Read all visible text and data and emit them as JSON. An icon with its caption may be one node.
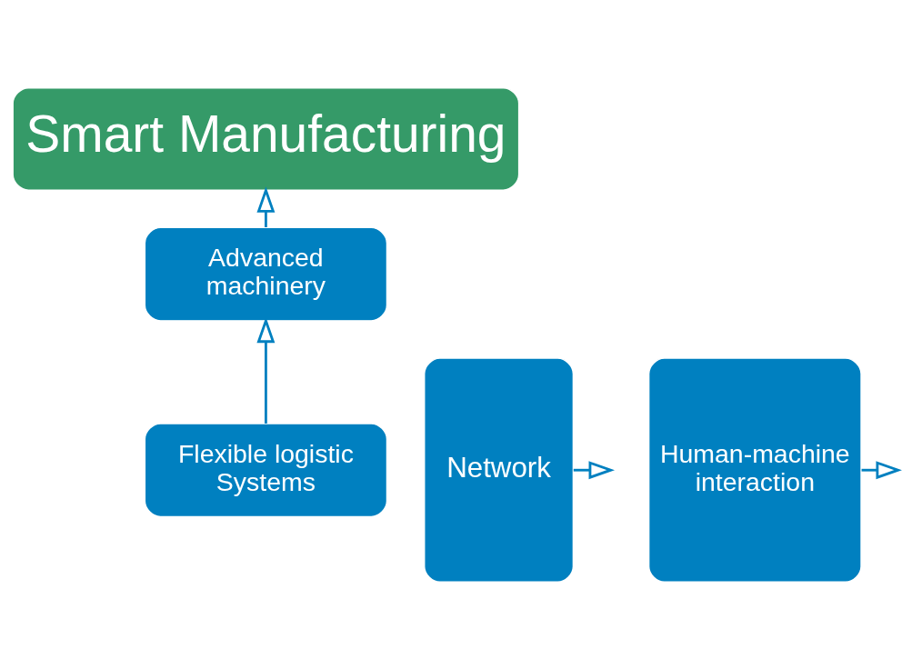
{
  "diagram": {
    "nodes": [
      {
        "text": [
          "Smart Manufacturing"
        ]
      },
      {
        "text": [
          "Network"
        ]
      },
      {
        "text": [
          "Advanced machinery"
        ]
      },
      {
        "text": [
          "Flexible logistic Systems"
        ]
      },
      {
        "text": [
          "Human-machine interaction"
        ]
      }
    ],
    "edges": [
      {
        "from": 3,
        "to": 2,
        "arrow": "to"
      },
      {
        "from": 2,
        "to": 0,
        "arrow": "to"
      },
      {
        "from": 1,
        "to": null,
        "arrow": "to"
      },
      {
        "from": 4,
        "to": null,
        "arrow": "to"
      }
    ]
  }
}
